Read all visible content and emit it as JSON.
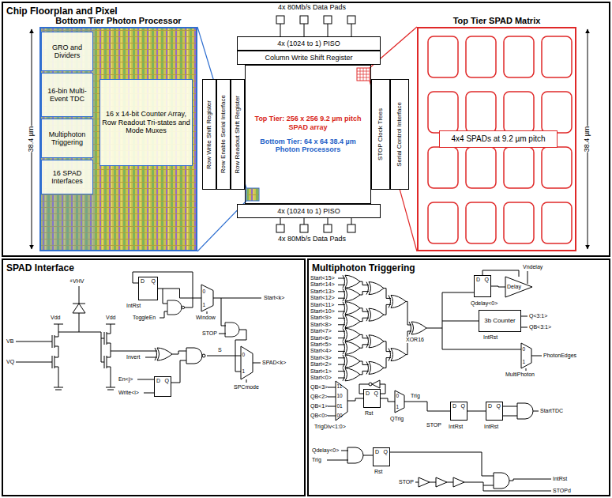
{
  "diagram": {
    "nodes": [
      {
        "text": [
          "Chip Floorplan and Pixel"
        ]
      },
      {
        "text": [
          "Bottom Tier Photon Processor"
        ],
        "in": 0
      },
      {
        "text": [
          "GRO and Dividers"
        ],
        "in": 1
      },
      {
        "text": [
          "16-bin Multi-Event TDC"
        ],
        "in": 1
      },
      {
        "text": [
          "Multiphoton Triggering"
        ],
        "in": 1
      },
      {
        "text": [
          "16 SPAD Interfaces"
        ],
        "in": 1
      },
      {
        "text": [
          "16 x 14-bit Counter Array, Row Readout Tri-states and Mode Muxes"
        ],
        "in": 1
      },
      {
        "text": [
          "4x (1024 to 1) PISO"
        ],
        "in": 0
      },
      {
        "text": [
          "Column Write Shift Register"
        ],
        "in": 0
      },
      {
        "text": [
          "Row Write Shift Register"
        ],
        "in": 0
      },
      {
        "text": [
          "Row Enable Serial Interface"
        ],
        "in": 0
      },
      {
        "text": [
          "Row Readout Shift Register"
        ],
        "in": 0
      },
      {
        "text": [
          "Top Tier: 256 x 256 9.2 µm pitch SPAD array",
          "Bottom Tier: 64 x 64 38.4 µm Photon Processors"
        ],
        "in": 0
      },
      {
        "text": [
          "STOP Clock Trees"
        ],
        "in": 0
      },
      {
        "text": [
          "Serial Control Interface"
        ],
        "in": 0
      },
      {
        "text": [
          "4x (1024 to 1) PISO"
        ],
        "in": 0
      },
      {
        "text": [
          "Top Tier SPAD Matrix"
        ],
        "in": 0
      },
      {
        "text": [
          "4x4 SPADs at 9.2 µm pitch"
        ],
        "in": 16
      },
      {
        "text": [
          "SPAD Interface"
        ]
      },
      {
        "text": [
          "D",
          "Q"
        ],
        "in": 18
      },
      {
        "text": [
          "0",
          "1"
        ],
        "in": 18
      },
      {
        "text": [
          "D",
          "Q"
        ],
        "in": 18
      },
      {
        "text": [
          "0",
          "1"
        ],
        "in": 18
      },
      {
        "text": [
          "Multiphoton Triggering"
        ]
      },
      {
        "text": [
          "D",
          "Q"
        ],
        "in": 23
      },
      {
        "text": [
          "Delay"
        ],
        "in": 23
      },
      {
        "text": [
          "3b Counter"
        ],
        "in": 23
      },
      {
        "text": [
          "0",
          "1"
        ],
        "in": 23
      },
      {
        "text": [
          "11",
          "10",
          "01",
          "00"
        ],
        "in": 23
      },
      {
        "text": [
          "D",
          "Q"
        ],
        "in": 23
      },
      {
        "text": [
          "0",
          "1"
        ],
        "in": 23
      },
      {
        "text": [
          "D",
          "Q"
        ],
        "in": 23
      },
      {
        "text": [
          "D",
          "Q"
        ],
        "in": 23
      },
      {
        "text": [
          "D",
          "Q"
        ],
        "in": 23
      }
    ],
    "edges": [
      {
        "from": 19,
        "to": 20,
        "arrow": "none"
      },
      {
        "from": 24,
        "to": 25,
        "arrow": "none"
      },
      {
        "from": 25,
        "to": 24,
        "arrow": "none"
      },
      {
        "from": 28,
        "to": 29,
        "arrow": "none"
      },
      {
        "from": 29,
        "to": 30,
        "arrow": "none"
      },
      {
        "from": 30,
        "to": 31,
        "arrow": "none"
      },
      {
        "from": 31,
        "to": 32,
        "arrow": "none"
      }
    ],
    "labels": [
      "4x 80Mb/s Data Pads",
      "4x 80Mb/s Data Pads",
      "38.4 µm",
      "38.4 µm",
      "+VHV",
      "Vdd",
      "Vdd",
      "VB",
      "VQ",
      "IntRst",
      "ToggleEn",
      "Window",
      "Start<k>",
      "STOP",
      "Invert",
      "En<j>",
      "Write<i>",
      "S",
      "SPAD<k>",
      "SPCmode",
      "Start<15>",
      "Start<14>",
      "Start<13>",
      "Start<12>",
      "Start<11>",
      "Start<10>",
      "Start<9>",
      "Start<8>",
      "Start<7>",
      "Start<6>",
      "Start<5>",
      "Start<4>",
      "Start<3>",
      "Start<2>",
      "Start<1>",
      "Start<0>",
      "Vndelay",
      "Qdelay<0>",
      "XOR16",
      "IntRst",
      "Q<3:1>",
      "QB<3:1>",
      "PhotonEdges",
      "MultiPhoton",
      "QB<3>",
      "QB<2>",
      "QB<1>",
      "QB<0>",
      "TrigDiv<1:0>",
      "Rst",
      "QTrig",
      "Trig",
      "STOP",
      "IntRst",
      "IntRst",
      "StartTDC",
      "Qdelay<0>",
      "Trig",
      "Rst",
      "STOP",
      "STOPd",
      "IntRst"
    ]
  }
}
